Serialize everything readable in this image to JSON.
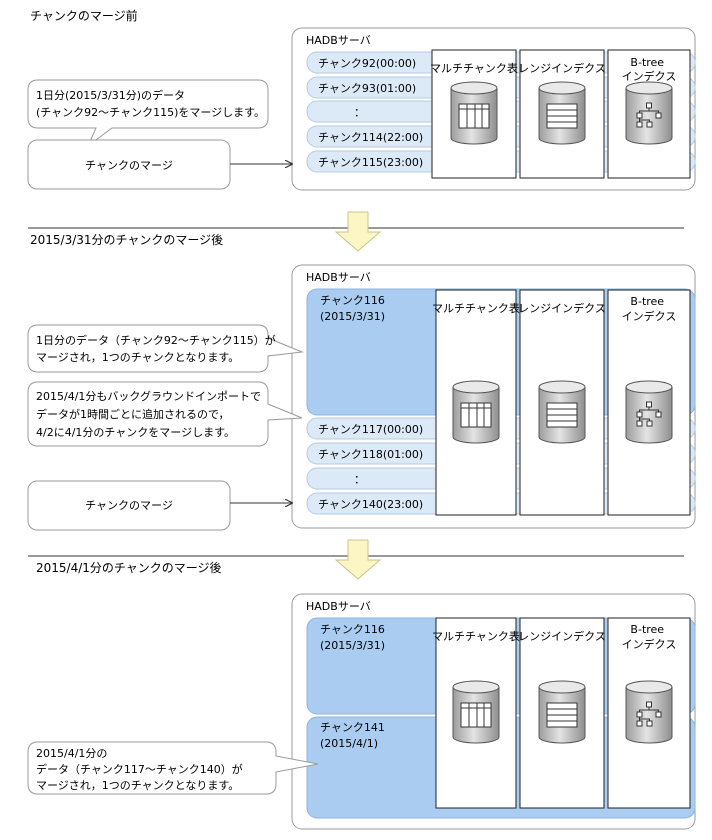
{
  "stages": [
    {
      "heading": "チャンクのマージ前",
      "server_label": "HADBサーバ",
      "chunk_rows": [
        "チャンク92(00:00)",
        "チャンク93(01:00)",
        "：",
        "チャンク114(22:00)",
        "チャンク115(23:00)"
      ],
      "index_labels": [
        "マルチチャンク表",
        "レンジインデクス",
        "B-tree\nインデクス"
      ],
      "note_lines": [
        "1日分(2015/3/31分)のデータ",
        "(チャンク92～チャンク115)をマージします。"
      ],
      "action_label": "チャンクのマージ"
    },
    {
      "heading": "2015/3/31分のチャンクのマージ後",
      "server_label": "HADBサーバ",
      "merged_chunk": [
        "チャンク116",
        "(2015/3/31)"
      ],
      "chunk_rows": [
        "チャンク117(00:00)",
        "チャンク118(01:00)",
        "：",
        "チャンク140(23:00)"
      ],
      "index_labels": [
        "マルチチャンク表",
        "レンジインデクス",
        "B-tree\nインデクス"
      ],
      "note1_lines": [
        "1日分のデータ（チャンク92～チャンク115）が",
        "マージされ，1つのチャンクとなります。"
      ],
      "note2_lines": [
        "2015/4/1分もバックグラウンドインポートで",
        "データが1時間ごとに追加されるので，",
        "4/2に4/1分のチャンクをマージします。"
      ],
      "action_label": "チャンクのマージ"
    },
    {
      "heading": "2015/4/1分のチャンクのマージ後",
      "server_label": "HADBサーバ",
      "merged_chunk_1": [
        "チャンク116",
        "(2015/3/31)"
      ],
      "merged_chunk_2": [
        "チャンク141",
        "(2015/4/1)"
      ],
      "index_labels": [
        "マルチチャンク表",
        "レンジインデクス",
        "B-tree\nインデクス"
      ],
      "note_lines": [
        "2015/4/1分の",
        "データ（チャンク117～チャンク140）が",
        "マージされ，1つのチャンクとなります。"
      ]
    }
  ],
  "colors": {
    "chunk_light": "#dce9f7",
    "chunk_dark": "#a9ccf0",
    "arrow_fill": "#fbf6c3",
    "arrow_stroke": "#c9c389",
    "border": "#9a9a9a"
  },
  "icons": [
    "table-icon",
    "list-icon",
    "tree-icon"
  ]
}
